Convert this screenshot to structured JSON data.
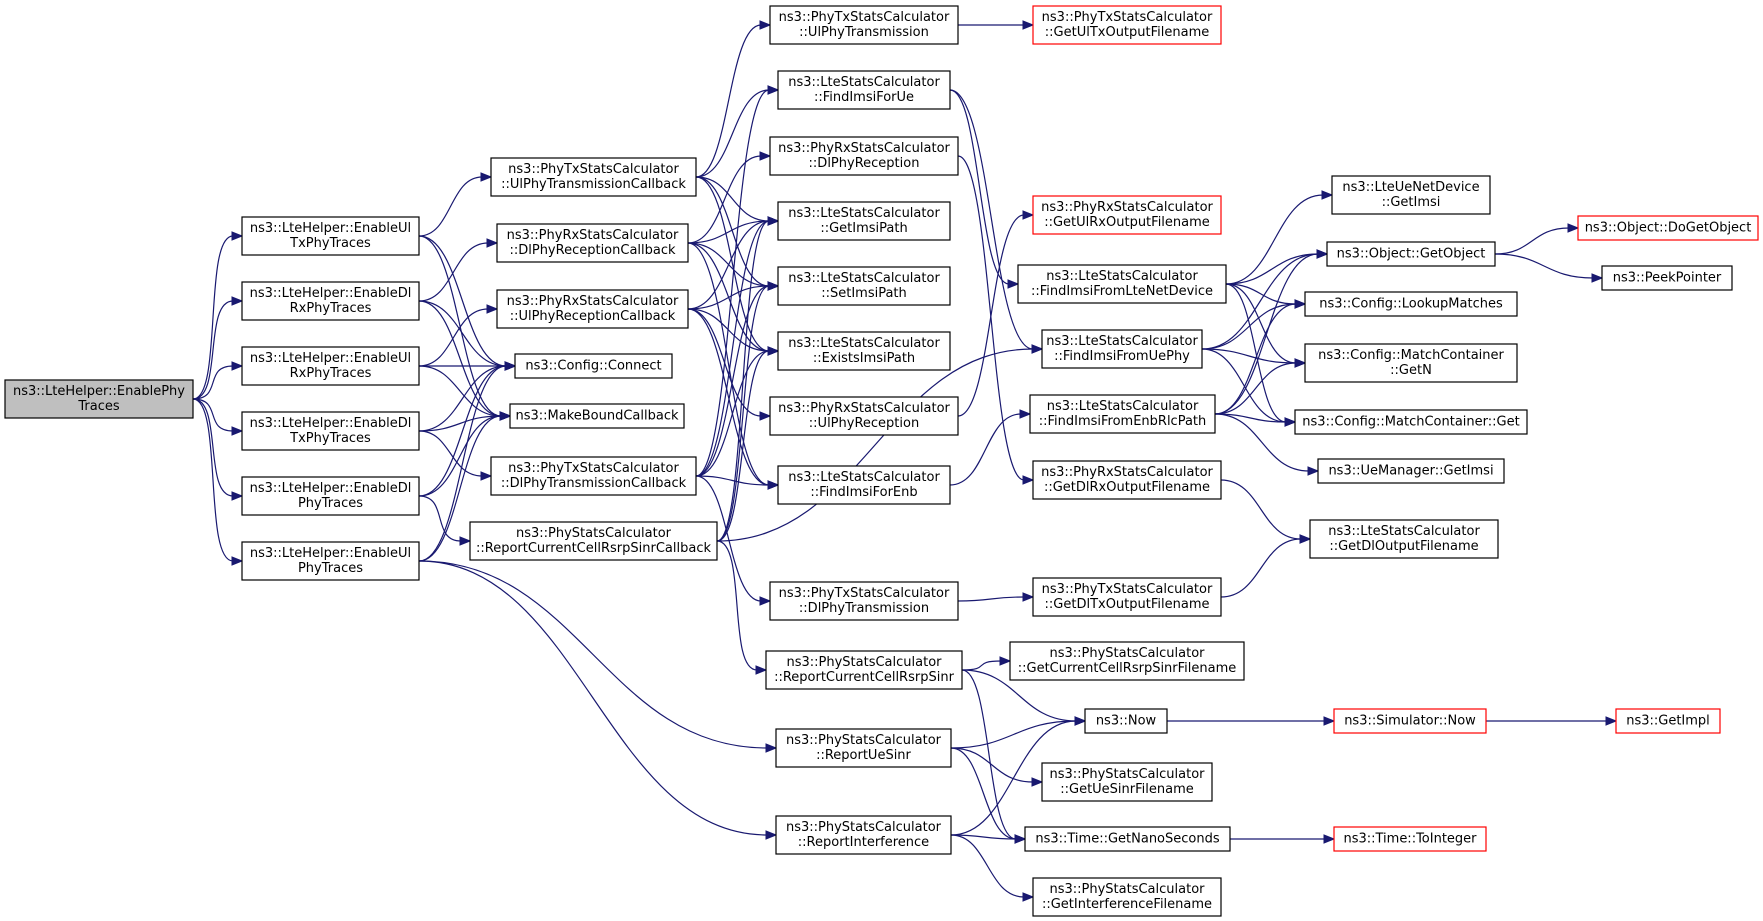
{
  "colors": {
    "edge": "#191970",
    "node_border": "#000000",
    "truncated_border": "#ff0000",
    "root_fill": "#bfbfbf",
    "node_fill": "#ffffff"
  },
  "nodes": [
    {
      "id": "root",
      "lines": [
        "ns3::LteHelper::EnablePhy",
        "Traces"
      ],
      "kind": "root"
    },
    {
      "id": "ulTx",
      "lines": [
        "ns3::LteHelper::EnableUl",
        "TxPhyTraces"
      ]
    },
    {
      "id": "dlRx",
      "lines": [
        "ns3::LteHelper::EnableDl",
        "RxPhyTraces"
      ]
    },
    {
      "id": "ulRx",
      "lines": [
        "ns3::LteHelper::EnableUl",
        "RxPhyTraces"
      ]
    },
    {
      "id": "dlTx",
      "lines": [
        "ns3::LteHelper::EnableDl",
        "TxPhyTraces"
      ]
    },
    {
      "id": "dlPhy",
      "lines": [
        "ns3::LteHelper::EnableDl",
        "PhyTraces"
      ]
    },
    {
      "id": "ulPhy",
      "lines": [
        "ns3::LteHelper::EnableUl",
        "PhyTraces"
      ]
    },
    {
      "id": "ulTxCb",
      "lines": [
        "ns3::PhyTxStatsCalculator",
        "::UlPhyTransmissionCallback"
      ]
    },
    {
      "id": "dlRxCb",
      "lines": [
        "ns3::PhyRxStatsCalculator",
        "::DlPhyReceptionCallback"
      ]
    },
    {
      "id": "ulRxCb",
      "lines": [
        "ns3::PhyRxStatsCalculator",
        "::UlPhyReceptionCallback"
      ]
    },
    {
      "id": "connect",
      "lines": [
        "ns3::Config::Connect"
      ]
    },
    {
      "id": "mbc",
      "lines": [
        "ns3::MakeBoundCallback"
      ]
    },
    {
      "id": "dlTxCb",
      "lines": [
        "ns3::PhyTxStatsCalculator",
        "::DlPhyTransmissionCallback"
      ]
    },
    {
      "id": "rsrpCb",
      "lines": [
        "ns3::PhyStatsCalculator",
        "::ReportCurrentCellRsrpSinrCallback"
      ]
    },
    {
      "id": "ulTxM",
      "lines": [
        "ns3::PhyTxStatsCalculator",
        "::UlPhyTransmission"
      ]
    },
    {
      "id": "findUe",
      "lines": [
        "ns3::LteStatsCalculator",
        "::FindImsiForUe"
      ]
    },
    {
      "id": "dlRxM",
      "lines": [
        "ns3::PhyRxStatsCalculator",
        "::DlPhyReception"
      ]
    },
    {
      "id": "getPath",
      "lines": [
        "ns3::LteStatsCalculator",
        "::GetImsiPath"
      ]
    },
    {
      "id": "setPath",
      "lines": [
        "ns3::LteStatsCalculator",
        "::SetImsiPath"
      ]
    },
    {
      "id": "existsPath",
      "lines": [
        "ns3::LteStatsCalculator",
        "::ExistsImsiPath"
      ]
    },
    {
      "id": "ulRxM",
      "lines": [
        "ns3::PhyRxStatsCalculator",
        "::UlPhyReception"
      ]
    },
    {
      "id": "findEnb",
      "lines": [
        "ns3::LteStatsCalculator",
        "::FindImsiForEnb"
      ]
    },
    {
      "id": "dlTxM",
      "lines": [
        "ns3::PhyTxStatsCalculator",
        "::DlPhyTransmission"
      ]
    },
    {
      "id": "rsrp",
      "lines": [
        "ns3::PhyStatsCalculator",
        "::ReportCurrentCellRsrpSinr"
      ]
    },
    {
      "id": "ueSinr",
      "lines": [
        "ns3::PhyStatsCalculator",
        "::ReportUeSinr"
      ]
    },
    {
      "id": "interf",
      "lines": [
        "ns3::PhyStatsCalculator",
        "::ReportInterference"
      ]
    },
    {
      "id": "getUlTxFn",
      "lines": [
        "ns3::PhyTxStatsCalculator",
        "::GetUlTxOutputFilename"
      ],
      "kind": "trunc"
    },
    {
      "id": "getUlRxFn",
      "lines": [
        "ns3::PhyRxStatsCalculator",
        "::GetUlRxOutputFilename"
      ],
      "kind": "trunc"
    },
    {
      "id": "findLteNd",
      "lines": [
        "ns3::LteStatsCalculator",
        "::FindImsiFromLteNetDevice"
      ]
    },
    {
      "id": "findUePhy",
      "lines": [
        "ns3::LteStatsCalculator",
        "::FindImsiFromUePhy"
      ]
    },
    {
      "id": "findEnbRlc",
      "lines": [
        "ns3::LteStatsCalculator",
        "::FindImsiFromEnbRlcPath"
      ]
    },
    {
      "id": "getDlRxFn",
      "lines": [
        "ns3::PhyRxStatsCalculator",
        "::GetDlRxOutputFilename"
      ]
    },
    {
      "id": "getDlTxFn",
      "lines": [
        "ns3::PhyTxStatsCalculator",
        "::GetDlTxOutputFilename"
      ]
    },
    {
      "id": "getRsrpFn",
      "lines": [
        "ns3::PhyStatsCalculator",
        "::GetCurrentCellRsrpSinrFilename"
      ]
    },
    {
      "id": "now",
      "lines": [
        "ns3::Now"
      ]
    },
    {
      "id": "getUeSinrFn",
      "lines": [
        "ns3::PhyStatsCalculator",
        "::GetUeSinrFilename"
      ]
    },
    {
      "id": "getNano",
      "lines": [
        "ns3::Time::GetNanoSeconds"
      ]
    },
    {
      "id": "getInterfFn",
      "lines": [
        "ns3::PhyStatsCalculator",
        "::GetInterferenceFilename"
      ]
    },
    {
      "id": "ueGetImsi",
      "lines": [
        "ns3::LteUeNetDevice",
        "::GetImsi"
      ]
    },
    {
      "id": "getObject",
      "lines": [
        "ns3::Object::GetObject"
      ]
    },
    {
      "id": "lookup",
      "lines": [
        "ns3::Config::LookupMatches"
      ]
    },
    {
      "id": "getN",
      "lines": [
        "ns3::Config::MatchContainer",
        "::GetN"
      ]
    },
    {
      "id": "mcGet",
      "lines": [
        "ns3::Config::MatchContainer::Get"
      ]
    },
    {
      "id": "umGetImsi",
      "lines": [
        "ns3::UeManager::GetImsi"
      ]
    },
    {
      "id": "getDlOut",
      "lines": [
        "ns3::LteStatsCalculator",
        "::GetDlOutputFilename"
      ]
    },
    {
      "id": "simNow",
      "lines": [
        "ns3::Simulator::Now"
      ],
      "kind": "trunc"
    },
    {
      "id": "toInt",
      "lines": [
        "ns3::Time::ToInteger"
      ],
      "kind": "trunc"
    },
    {
      "id": "doGetObj",
      "lines": [
        "ns3::Object::DoGetObject"
      ],
      "kind": "trunc"
    },
    {
      "id": "peek",
      "lines": [
        "ns3::PeekPointer"
      ]
    },
    {
      "id": "getImpl",
      "lines": [
        "ns3::GetImpl"
      ],
      "kind": "trunc"
    }
  ],
  "edges": [
    [
      "root",
      "ulTx"
    ],
    [
      "root",
      "dlRx"
    ],
    [
      "root",
      "ulRx"
    ],
    [
      "root",
      "dlTx"
    ],
    [
      "root",
      "dlPhy"
    ],
    [
      "root",
      "ulPhy"
    ],
    [
      "ulTx",
      "ulTxCb"
    ],
    [
      "ulTx",
      "connect"
    ],
    [
      "ulTx",
      "mbc"
    ],
    [
      "dlRx",
      "dlRxCb"
    ],
    [
      "dlRx",
      "connect"
    ],
    [
      "dlRx",
      "mbc"
    ],
    [
      "ulRx",
      "ulRxCb"
    ],
    [
      "ulRx",
      "connect"
    ],
    [
      "ulRx",
      "mbc"
    ],
    [
      "dlTx",
      "dlTxCb"
    ],
    [
      "dlTx",
      "connect"
    ],
    [
      "dlTx",
      "mbc"
    ],
    [
      "dlPhy",
      "rsrpCb"
    ],
    [
      "dlPhy",
      "connect"
    ],
    [
      "dlPhy",
      "mbc"
    ],
    [
      "ulPhy",
      "connect"
    ],
    [
      "ulPhy",
      "mbc"
    ],
    [
      "ulPhy",
      "ueSinr"
    ],
    [
      "ulPhy",
      "interf"
    ],
    [
      "ulTxCb",
      "ulTxM"
    ],
    [
      "ulTxCb",
      "findUe"
    ],
    [
      "ulTxCb",
      "getPath"
    ],
    [
      "ulTxCb",
      "setPath"
    ],
    [
      "ulTxCb",
      "existsPath"
    ],
    [
      "dlRxCb",
      "dlRxM"
    ],
    [
      "dlRxCb",
      "getPath"
    ],
    [
      "dlRxCb",
      "setPath"
    ],
    [
      "dlRxCb",
      "existsPath"
    ],
    [
      "dlRxCb",
      "findEnb"
    ],
    [
      "ulRxCb",
      "getPath"
    ],
    [
      "ulRxCb",
      "setPath"
    ],
    [
      "ulRxCb",
      "existsPath"
    ],
    [
      "ulRxCb",
      "ulRxM"
    ],
    [
      "ulRxCb",
      "findEnb"
    ],
    [
      "dlTxCb",
      "findUe"
    ],
    [
      "dlTxCb",
      "getPath"
    ],
    [
      "dlTxCb",
      "setPath"
    ],
    [
      "dlTxCb",
      "existsPath"
    ],
    [
      "dlTxCb",
      "findEnb"
    ],
    [
      "dlTxCb",
      "dlTxM"
    ],
    [
      "rsrpCb",
      "getPath"
    ],
    [
      "rsrpCb",
      "setPath"
    ],
    [
      "rsrpCb",
      "existsPath"
    ],
    [
      "rsrpCb",
      "findUePhy"
    ],
    [
      "rsrpCb",
      "rsrp"
    ],
    [
      "ulTxM",
      "getUlTxFn"
    ],
    [
      "findUe",
      "findLteNd"
    ],
    [
      "findUe",
      "findUePhy"
    ],
    [
      "dlRxM",
      "getDlRxFn"
    ],
    [
      "ulRxM",
      "getUlRxFn"
    ],
    [
      "findEnb",
      "findEnbRlc"
    ],
    [
      "dlTxM",
      "getDlTxFn"
    ],
    [
      "rsrp",
      "getRsrpFn"
    ],
    [
      "rsrp",
      "now"
    ],
    [
      "rsrp",
      "getNano"
    ],
    [
      "ueSinr",
      "now"
    ],
    [
      "ueSinr",
      "getUeSinrFn"
    ],
    [
      "ueSinr",
      "getNano"
    ],
    [
      "interf",
      "now"
    ],
    [
      "interf",
      "getNano"
    ],
    [
      "interf",
      "getInterfFn"
    ],
    [
      "findLteNd",
      "ueGetImsi"
    ],
    [
      "findLteNd",
      "getObject"
    ],
    [
      "findLteNd",
      "lookup"
    ],
    [
      "findLteNd",
      "getN"
    ],
    [
      "findLteNd",
      "mcGet"
    ],
    [
      "findUePhy",
      "getObject"
    ],
    [
      "findUePhy",
      "lookup"
    ],
    [
      "findUePhy",
      "getN"
    ],
    [
      "findUePhy",
      "mcGet"
    ],
    [
      "findEnbRlc",
      "getObject"
    ],
    [
      "findEnbRlc",
      "lookup"
    ],
    [
      "findEnbRlc",
      "getN"
    ],
    [
      "findEnbRlc",
      "mcGet"
    ],
    [
      "findEnbRlc",
      "umGetImsi"
    ],
    [
      "getDlRxFn",
      "getDlOut"
    ],
    [
      "getDlTxFn",
      "getDlOut"
    ],
    [
      "now",
      "simNow"
    ],
    [
      "simNow",
      "getImpl"
    ],
    [
      "getNano",
      "toInt"
    ],
    [
      "getObject",
      "doGetObj"
    ],
    [
      "getObject",
      "peek"
    ]
  ]
}
